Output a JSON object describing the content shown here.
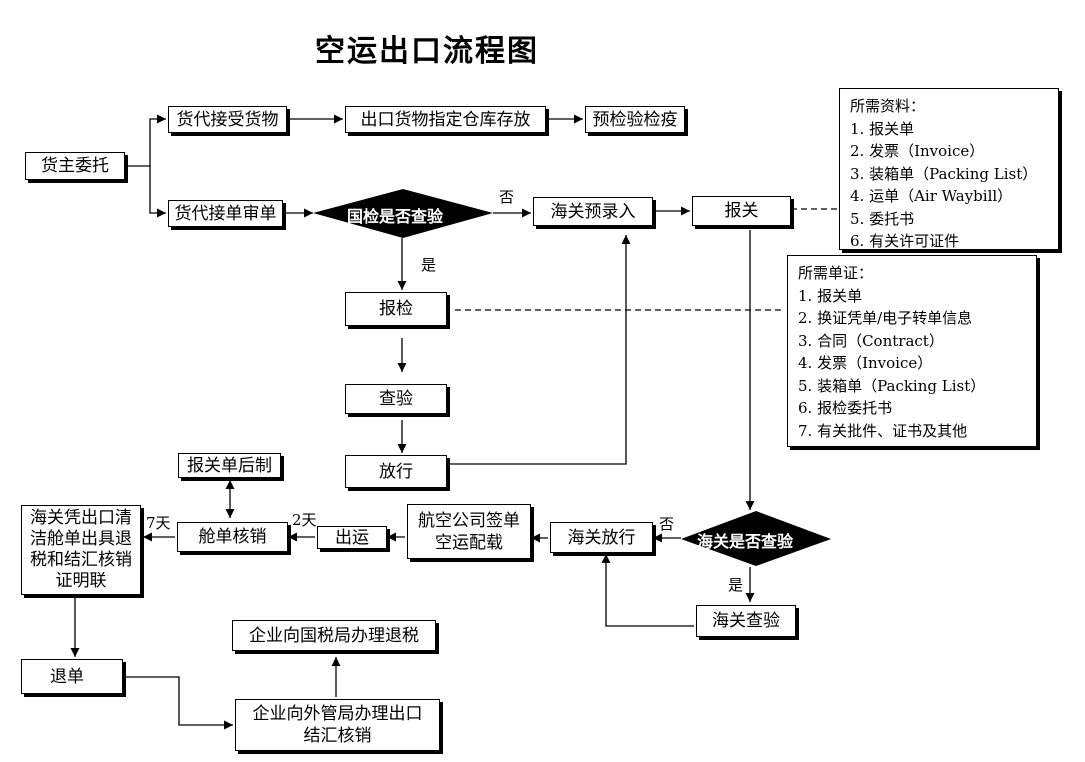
{
  "title": "空运出口流程图",
  "nodes": {
    "shipper_entrust": "货主委托",
    "forwarder_receive_goods": "货代接受货物",
    "export_goods_warehouse": "出口货物指定仓库存放",
    "pre_inspection_quarantine": "预检验检疫",
    "forwarder_review_docs": "货代接单审单",
    "inspection_decision": "国检是否查验",
    "customs_pre_entry": "海关预录入",
    "customs_declaration": "报关",
    "report_inspection": "报检",
    "inspection": "查验",
    "release_inspection": "放行",
    "customs_decision": "海关是否查验",
    "customs_inspection": "海关查验",
    "customs_release": "海关放行",
    "airline_sign": [
      "航空公司签单",
      "空运配载"
    ],
    "shipment": "出运",
    "manifest_verification": "舱单核销",
    "declaration_post_made": "报关单后制",
    "customs_certificate": [
      "海关凭出口清",
      "洁舱单出具退",
      "税和结汇核销",
      "证明联"
    ],
    "return_docs": "退单",
    "enterprise_forex": [
      "企业向外管局办理出口",
      "结汇核销"
    ],
    "enterprise_tax_refund": "企业向国税局办理退税"
  },
  "edge_labels": {
    "no_1": "否",
    "yes_1": "是",
    "no_2": "否",
    "yes_2": "是",
    "days_2": "2天",
    "days_7": "7天"
  },
  "notes": {
    "required_materials": {
      "title": "所需资料：",
      "items": [
        "1. 报关单",
        "2. 发票（Invoice）",
        "3. 装箱单（Packing List）",
        "4. 运单（Air Waybill）",
        "5. 委托书",
        "6. 有关许可证件"
      ]
    },
    "required_documents": {
      "title": "所需单证：",
      "items": [
        "1. 报关单",
        "2. 换证凭单/电子转单信息",
        "3. 合同（Contract）",
        "4. 发票（Invoice）",
        "5. 装箱单（Packing List）",
        "6. 报检委托书",
        "7. 有关批件、证书及其他"
      ]
    }
  },
  "colors": {
    "line": "#000000",
    "decision_fill": "#000000",
    "decision_text": "#ffffff"
  }
}
